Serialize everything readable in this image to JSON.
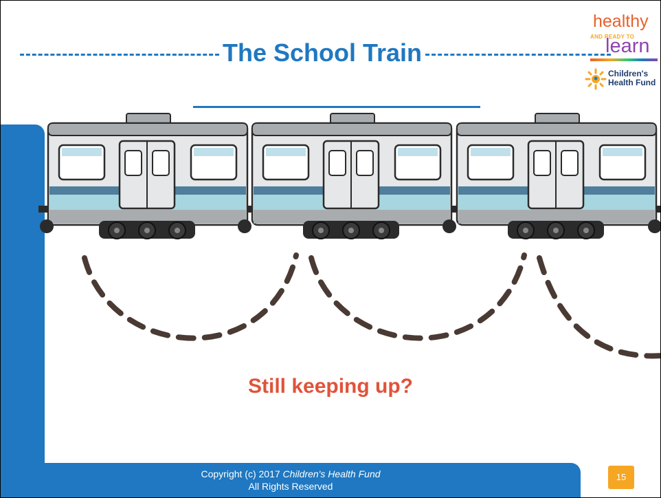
{
  "slide": {
    "title": "The School Train",
    "question": "Still keeping up?",
    "page_number": "15"
  },
  "logo": {
    "healthy": "healthy",
    "ready": "AND READY TO",
    "learn": "learn",
    "org_line1": "Children's",
    "org_line2": "Health Fund",
    "icon": "sun-icon"
  },
  "footer": {
    "copyright_prefix": "Copyright (c) 2017 ",
    "copyright_org": "Children's Health Fund",
    "rights": "All Rights Reserved"
  },
  "colors": {
    "brand_blue": "#1f78c1",
    "accent_red": "#e0533a",
    "page_badge": "#f5a623",
    "track_dash": "#4a3a34"
  }
}
